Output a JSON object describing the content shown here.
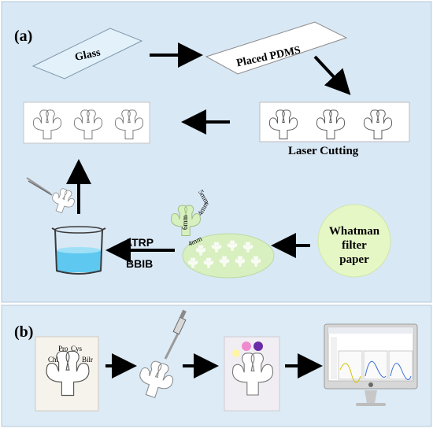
{
  "panel_a": {
    "label": "(a)",
    "glass": "Glass",
    "pdms": "Placed PDMS",
    "laser": "Laser Cutting",
    "dim_top": "5mm",
    "dim_mid": "4mm",
    "dim_left": "6mm",
    "dim_bottom": "4mm",
    "reaction_line1": "ATRP",
    "reaction_line2": "BBIB",
    "whatman_line1": "Whatman",
    "whatman_line2": "filter",
    "whatman_line3": "paper"
  },
  "panel_b": {
    "label": "(b)",
    "zone_chl": "Chl",
    "zone_pro": "Pro",
    "zone_cys": "Cys",
    "zone_bilr": "Bilr"
  },
  "colors": {
    "panel_a_bg": "#d9e8f5",
    "panel_b_bg": "#dcebf5",
    "arrow": "#000000",
    "glass_fill": "#e3f1fb",
    "whatman_fill": "#e6f7c6",
    "liquid": "#5ec8f0",
    "paper_green": "#d8efc0",
    "dot_pink": "#f08ad0",
    "dot_purple": "#6a2ba8",
    "dot_yellow": "#fff4a8"
  },
  "icons": [
    "pipette-icon",
    "tweezers-icon",
    "beaker-icon",
    "computer-monitor-icon",
    "apple-logo-icon"
  ]
}
